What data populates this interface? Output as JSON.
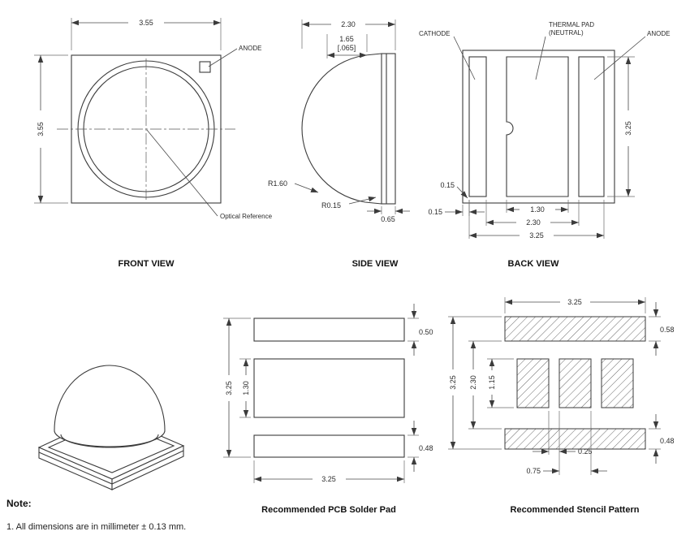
{
  "page": {
    "background": "#ffffff",
    "line_color": "#3b3b3b"
  },
  "front_view": {
    "caption": "FRONT VIEW",
    "dim_top": "3.55",
    "dim_left": "3.55",
    "anode_label": "ANODE",
    "optical_reference_label": "Optical Reference"
  },
  "side_view": {
    "caption": "SIDE VIEW",
    "dim_width": "2.30",
    "dim_lens": "1.65",
    "dim_lens_in": "[.065]",
    "radius_lens": "R1.60",
    "radius_corner": "R0.15",
    "dim_thickness": "0.65"
  },
  "back_view": {
    "caption": "BACK VIEW",
    "cathode_label": "CATHODE",
    "thermal_pad_label": "THERMAL PAD",
    "thermal_pad_sub": "(NEUTRAL)",
    "anode_label": "ANODE",
    "dim_height": "3.25",
    "dim_gap_a": "0.15",
    "dim_gap_b": "0.15",
    "dim_thermal": "1.30",
    "dim_pitch": "2.30",
    "dim_span": "3.25"
  },
  "pcb_pad_view": {
    "caption": "Recommended PCB Solder Pad",
    "dim_height": "3.25",
    "dim_center": "1.30",
    "dim_top": "0.50",
    "dim_bottom": "0.48",
    "dim_width": "3.25"
  },
  "stencil_view": {
    "caption": "Recommended Stencil Pattern",
    "dim_width_top": "3.25",
    "dim_height": "3.25",
    "dim_inner": "2.30",
    "dim_center": "1.15",
    "dim_top": "0.58",
    "dim_bottom": "0.48",
    "dim_gap": "0.25",
    "dim_segment": "0.75"
  },
  "note": {
    "title": "Note:",
    "items": [
      "1. All dimensions are in millimeter ± 0.13 mm."
    ]
  }
}
